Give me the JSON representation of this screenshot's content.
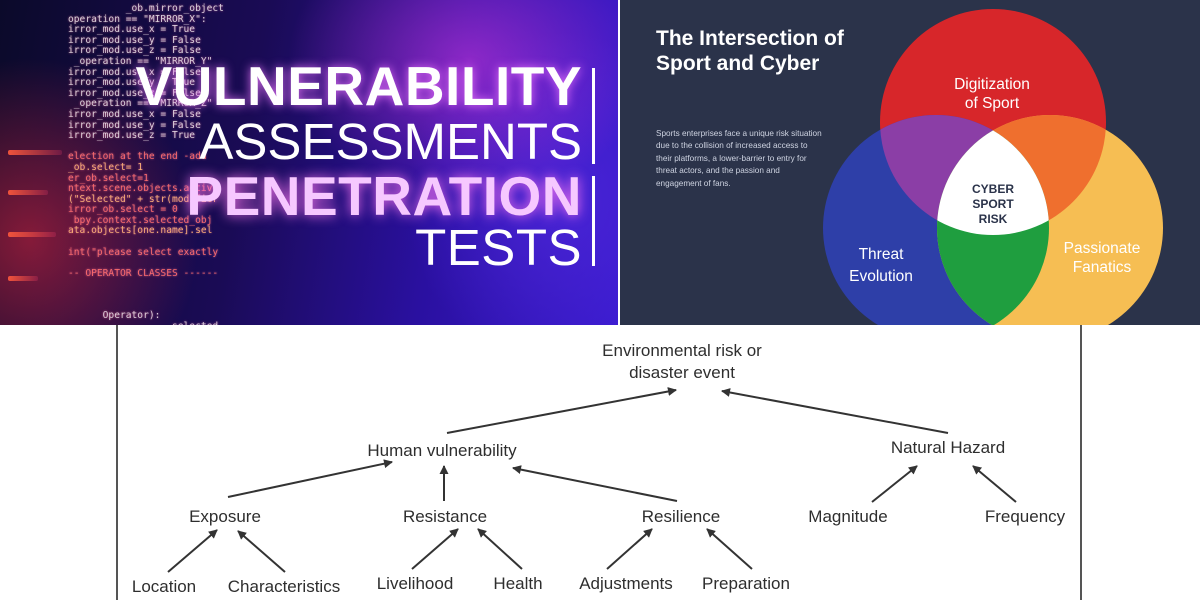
{
  "vulnerability_banner": {
    "code_lines": [
      "          _ob.mirror_object",
      "operation == \"MIRROR_X\":",
      "irror_mod.use_x = True",
      "irror_mod.use_y = False",
      "irror_mod.use_z = False",
      " _operation == \"MIRROR_Y\"",
      "irror_mod.use_x = False",
      "irror_mod.use_y = True",
      "irror_mod.use_z = False",
      " _operation == \"MIRROR_Z\"",
      "irror_mod.use_x = False",
      "irror_mod.use_y = False",
      "irror_mod.use_z = True",
      "",
      "election at the end -add",
      "_ob.select= 1",
      "er_ob.select=1",
      "ntext.scene.objects.active",
      "(\"Selected\" + str(modifier",
      "irror_ob.select = 0",
      " bpy.context.selected_obj",
      "ata.objects[one.name].sel",
      "",
      "int(\"please select exactly",
      "",
      "-- OPERATOR CLASSES ------",
      "",
      "",
      "",
      "      Operator):",
      "                  selected"
    ],
    "title_line1": "VULNERABILITY",
    "title_line2": "ASSESSMENTS",
    "title_line3": "PENETRATION",
    "title_line4": "TESTS"
  },
  "cyber_panel": {
    "title": "The Intersection of Sport and Cyber",
    "description": "Sports enterprises face a unique risk situation due to the collision of increased access to their platforms, a lower-barrier to entry for threat actors, and the passion and engagement of fans.",
    "venn": {
      "top_circle": {
        "label_line1": "Digitization",
        "label_line2": "of Sport",
        "color": "#d7262a"
      },
      "left_circle": {
        "label_line1": "Threat",
        "label_line2": "Evolution",
        "color": "#2e3fa8"
      },
      "right_circle": {
        "label_line1": "Passionate",
        "label_line2": "Fanatics",
        "color": "#f6be53"
      },
      "center": {
        "line1": "CYBER",
        "line2": "SPORT",
        "line3": "RISK"
      },
      "overlap_colors": {
        "top_left": "#8b3ea6",
        "top_right": "#ef6f2e",
        "left_right": "#1f9e3f"
      }
    }
  },
  "tree_diagram": {
    "root": {
      "line1": "Environmental risk or",
      "line2": "disaster event"
    },
    "human_vulnerability": "Human vulnerability",
    "natural_hazard": "Natural Hazard",
    "exposure": "Exposure",
    "resistance": "Resistance",
    "resilience": "Resilience",
    "magnitude": "Magnitude",
    "frequency": "Frequency",
    "location": "Location",
    "characteristics": "Characteristics",
    "livelihood": "Livelihood",
    "health": "Health",
    "adjustments": "Adjustments",
    "preparation": "Preparation"
  }
}
